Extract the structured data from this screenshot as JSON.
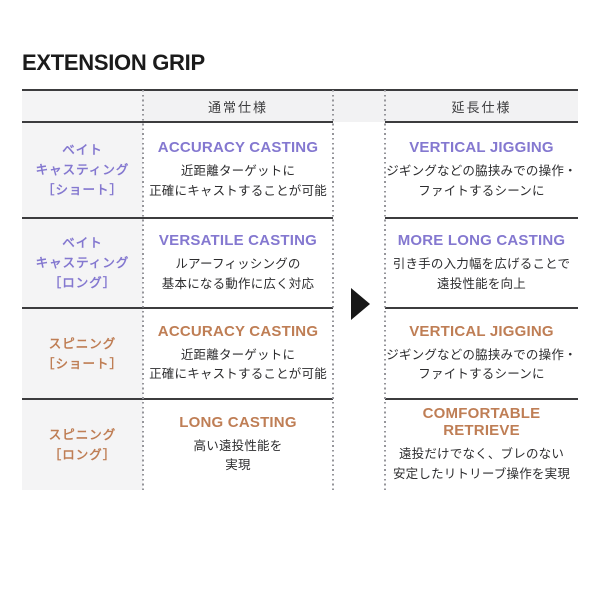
{
  "page": {
    "title": "EXTENSION GRIP"
  },
  "colors": {
    "bait_accent": "#8478d0",
    "spinning_accent": "#bf7e55",
    "header_bg": "#f2f2f3",
    "label_column_bg": "#f4f4f5",
    "solid_border": "#3c3c3e",
    "dotted_border": "#95959a",
    "body_text": "#2c2c2e",
    "arrow": "#171717"
  },
  "icons": {
    "transform_arrow": "right-filled-triangle"
  },
  "table": {
    "columns": {
      "normal": "通常仕様",
      "extended": "延長仕様"
    },
    "rows": [
      {
        "label": "ベイト\nキャスティング\n［ショート］",
        "normal_title": "ACCURACY CASTING",
        "normal_desc": "近距離ターゲットに\n正確にキャストすることが可能",
        "extended_title": "VERTICAL JIGGING",
        "extended_desc": "ジギングなどの脇挟みでの操作・\nファイトするシーンに"
      },
      {
        "label": "ベイト\nキャスティング\n［ロング］",
        "normal_title": "VERSATILE CASTING",
        "normal_desc": "ルアーフィッシングの\n基本になる動作に広く対応",
        "extended_title": "MORE LONG CASTING",
        "extended_desc": "引き手の入力幅を広げることで\n遠投性能を向上"
      },
      {
        "label": "スピニング\n［ショート］",
        "normal_title": "ACCURACY CASTING",
        "normal_desc": "近距離ターゲットに\n正確にキャストすることが可能",
        "extended_title": "VERTICAL JIGGING",
        "extended_desc": "ジギングなどの脇挟みでの操作・\nファイトするシーンに"
      },
      {
        "label": "スピニング\n［ロング］",
        "normal_title": "LONG CASTING",
        "normal_desc": "高い遠投性能を\n実現",
        "extended_title": "COMFORTABLE RETRIEVE",
        "extended_desc": "遠投だけでなく、ブレのない\n安定したリトリーブ操作を実現"
      }
    ]
  }
}
